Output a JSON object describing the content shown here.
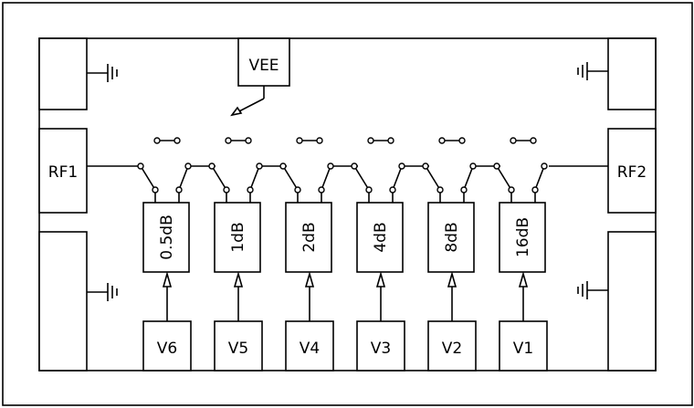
{
  "labels": {
    "vee": "VEE",
    "rf1": "RF1",
    "rf2": "RF2"
  },
  "attenuators": [
    {
      "value": "0.5dB",
      "control": "V6"
    },
    {
      "value": "1dB",
      "control": "V5"
    },
    {
      "value": "2dB",
      "control": "V4"
    },
    {
      "value": "4dB",
      "control": "V3"
    },
    {
      "value": "8dB",
      "control": "V2"
    },
    {
      "value": "16dB",
      "control": "V1"
    }
  ]
}
